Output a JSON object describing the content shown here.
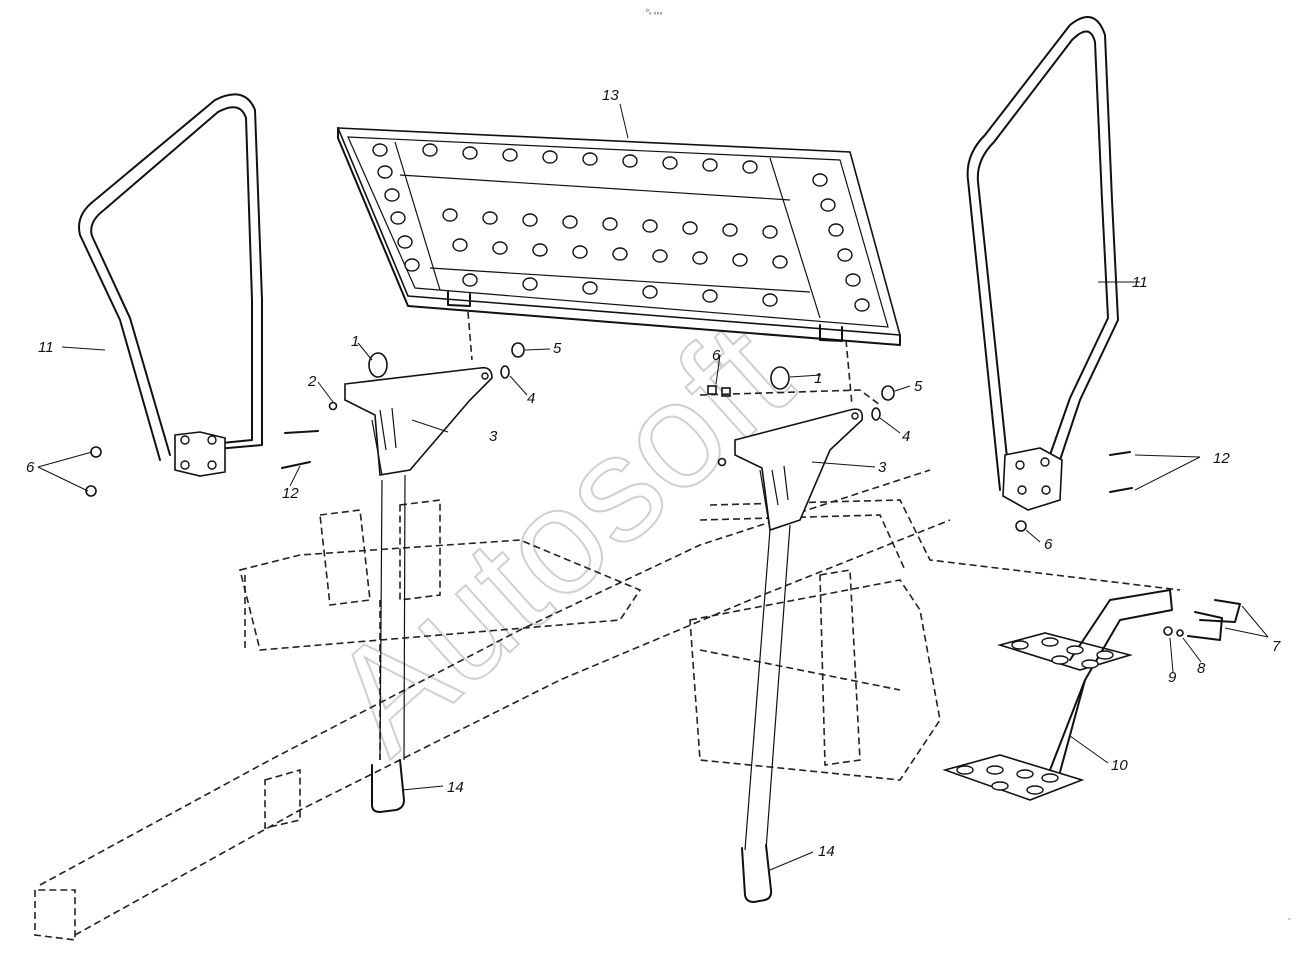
{
  "diagram": {
    "code": "⁰₀ ₀₀₀",
    "watermark": "Autosoft",
    "callouts": {
      "n1a": "1",
      "n1b": "1",
      "n2": "2",
      "n3a": "3",
      "n3b": "3",
      "n4a": "4",
      "n4b": "4",
      "n5a": "5",
      "n5b": "5",
      "n6a": "6",
      "n6b": "6",
      "n6c": "6",
      "n7": "7",
      "n8": "8",
      "n9": "9",
      "n10": "10",
      "n11a": "11",
      "n11b": "11",
      "n12a": "12",
      "n12b": "12",
      "n13": "13",
      "n14a": "14",
      "n14b": "14"
    },
    "corner_mark": "◦"
  }
}
